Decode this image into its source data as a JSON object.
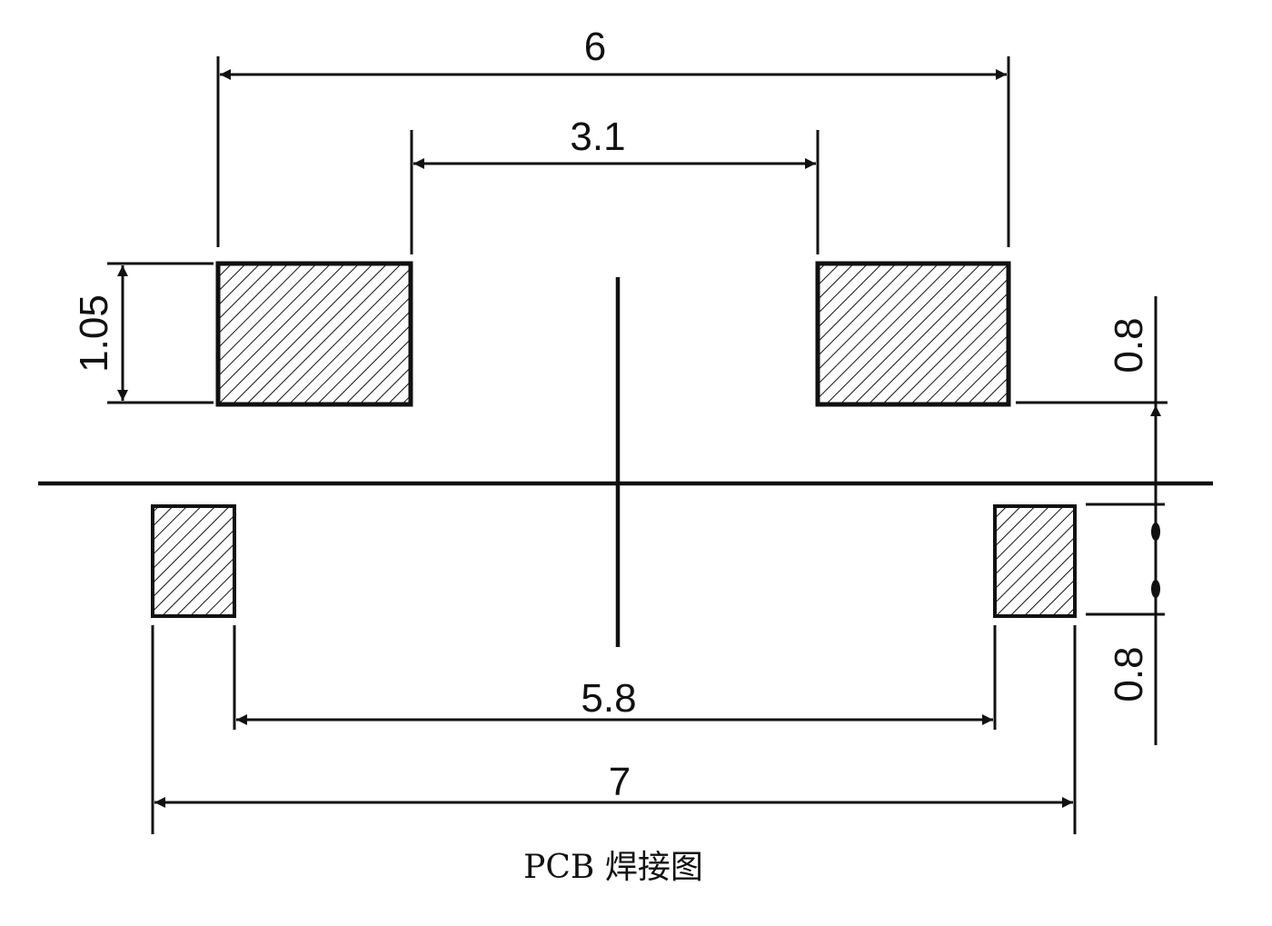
{
  "title": "PCB 焊接图",
  "dimensions": {
    "outer_top_width": "6",
    "inner_top_gap": "3.1",
    "top_pad_height": "1.05",
    "top_pad_offset": "0.8",
    "bottom_pad_height": "0.8",
    "inner_bottom_gap": "5.8",
    "outer_bottom_width": "7"
  },
  "colors": {
    "line": "#111111",
    "background": "#ffffff"
  }
}
